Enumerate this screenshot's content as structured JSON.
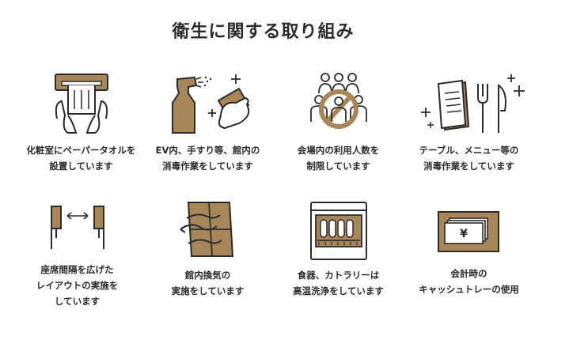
{
  "title": "衛生に関する取り組み",
  "colors": {
    "brown": "#a7875a",
    "ink": "#2b2b2b",
    "background": "#ffffff"
  },
  "items": [
    {
      "icon": "paper-towel-icon",
      "lines": [
        "化粧室にペーパータオルを",
        "設置しています"
      ]
    },
    {
      "icon": "spray-wipe-icon",
      "lines": [
        "EV内、手すり等、館内の",
        "消毒作業をしています"
      ]
    },
    {
      "icon": "no-crowd-icon",
      "lines": [
        "会場内の利用人数を",
        "制限しています"
      ]
    },
    {
      "icon": "menu-cutlery-icon",
      "lines": [
        "テーブル、メニュー等の",
        "消毒作業をしています"
      ]
    },
    {
      "icon": "seat-spacing-icon",
      "lines": [
        "座席間隔を広げた",
        "レイアウトの実施を",
        "しています"
      ]
    },
    {
      "icon": "ventilation-icon",
      "lines": [
        "館内換気の",
        "実施をしています"
      ]
    },
    {
      "icon": "dishwasher-icon",
      "lines": [
        "食器、カトラリーは",
        "高温洗浄をしています"
      ]
    },
    {
      "icon": "cash-tray-icon",
      "lines": [
        "会計時の",
        "キャッシュトレーの使用"
      ]
    }
  ],
  "cash_tray": {
    "symbol": "¥"
  }
}
